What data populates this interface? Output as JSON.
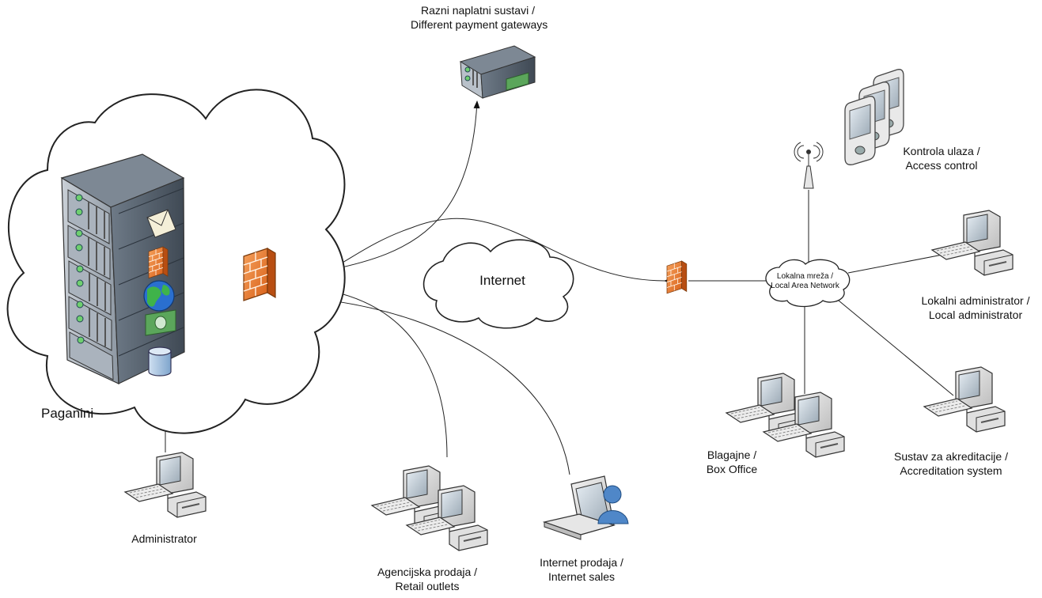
{
  "diagram": {
    "cloud_label": "Paganini",
    "internet_label": "Internet",
    "lan_label": [
      "Lokalna mreža /",
      "Local Area Network"
    ],
    "nodes": {
      "payment": [
        "Razni naplatni sustavi /",
        "Different payment gateways"
      ],
      "access": [
        "Kontrola ulaza /",
        "Access control"
      ],
      "local_admin": [
        "Lokalni administrator /",
        "Local administrator"
      ],
      "box_office": [
        "Blagajne /",
        "Box Office"
      ],
      "accreditation": [
        "Sustav za akreditacije /",
        "Accreditation system"
      ],
      "administrator": [
        "Administrator"
      ],
      "retail": [
        "Agencijska prodaja /",
        "Retail outlets"
      ],
      "internet_sales": [
        "Internet prodaja /",
        "Internet sales"
      ]
    },
    "icons": [
      "server-rack-icon",
      "firewall-icon",
      "server-icon",
      "pda-icon",
      "antenna-icon",
      "workstation-icon",
      "laptop-icon",
      "user-icon",
      "globe-icon",
      "mail-icon",
      "money-icon",
      "database-icon",
      "cloud-icon"
    ],
    "colors": {
      "firewall": "#e8782a",
      "server": "#5d6a78",
      "line": "#222222",
      "user": "#4f87c8",
      "globe": "#2a6fcf",
      "money": "#5ba65b"
    }
  }
}
